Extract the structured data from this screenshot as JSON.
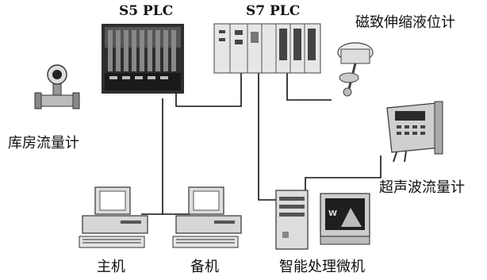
{
  "labels": {
    "s5_plc": "S5 PLC",
    "s7_plc": "S7 PLC",
    "magnetostrictive_level_meter": "磁致伸缩液位计",
    "warehouse_flowmeter": "库房流量计",
    "ultrasonic_flowmeter": "超声波流量计",
    "main_host": "主机",
    "backup_host": "备机",
    "smart_microcomputer": "智能处理微机"
  },
  "colors": {
    "line": "#111111",
    "device_dark": "#333333",
    "device_light": "#dddddd",
    "background": "#ffffff"
  }
}
